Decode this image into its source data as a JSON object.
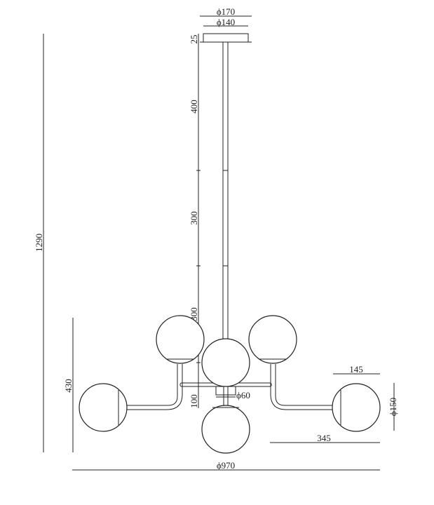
{
  "dimensions": {
    "canopy_outer": "ϕ170",
    "canopy_inner": "ϕ140",
    "canopy_height": "25",
    "rod_segment_1": "400",
    "rod_segment_2": "300",
    "rod_segment_3": "300",
    "hub_drop": "100",
    "total_height": "1290",
    "body_height": "430",
    "hub_diameter": "ϕ60",
    "shade_width": "145",
    "arm_reach": "345",
    "shade_diameter": "ϕ150",
    "total_diameter": "ϕ970"
  },
  "colors": {
    "line": "#222222",
    "background": "#ffffff"
  }
}
